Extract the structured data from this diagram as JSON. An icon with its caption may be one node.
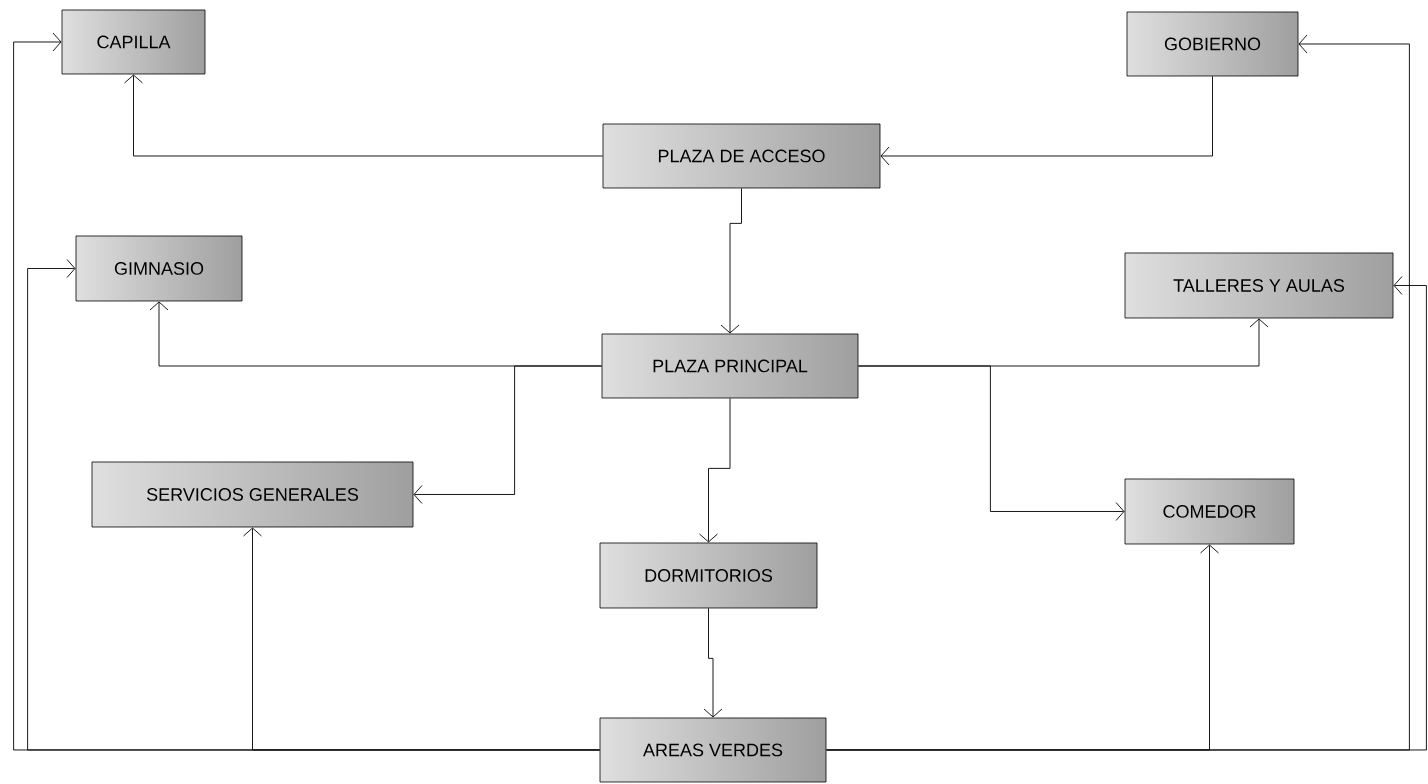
{
  "diagram": {
    "nodes": [
      {
        "text": [
          "CAPILLA"
        ]
      },
      {
        "text": [
          "GOBIERNO"
        ]
      },
      {
        "text": [
          "PLAZA DE ACCESO"
        ]
      },
      {
        "text": [
          "GIMNASIO"
        ]
      },
      {
        "text": [
          "TALLERES Y AULAS"
        ]
      },
      {
        "text": [
          "PLAZA PRINCIPAL"
        ]
      },
      {
        "text": [
          "SERVICIOS GENERALES"
        ]
      },
      {
        "text": [
          "COMEDOR"
        ]
      },
      {
        "text": [
          "DORMITORIOS"
        ]
      },
      {
        "text": [
          "AREAS VERDES"
        ]
      }
    ],
    "edges": [
      {
        "from": 2,
        "to": 0,
        "arrow": "to"
      },
      {
        "from": 1,
        "to": 2,
        "arrow": "to"
      },
      {
        "from": 2,
        "to": 5,
        "arrow": "to"
      },
      {
        "from": 5,
        "to": 3,
        "arrow": "to"
      },
      {
        "from": 5,
        "to": 6,
        "arrow": "to"
      },
      {
        "from": 5,
        "to": 4,
        "arrow": "to"
      },
      {
        "from": 5,
        "to": 7,
        "arrow": "to"
      },
      {
        "from": 5,
        "to": 8,
        "arrow": "to"
      },
      {
        "from": 8,
        "to": 9,
        "arrow": "to"
      },
      {
        "from": 9,
        "to": 0,
        "arrow": "to"
      },
      {
        "from": 9,
        "to": 3,
        "arrow": "to"
      },
      {
        "from": 9,
        "to": 6,
        "arrow": "to"
      },
      {
        "from": 9,
        "to": 7,
        "arrow": "to"
      },
      {
        "from": 9,
        "to": 1,
        "arrow": "to"
      },
      {
        "from": 9,
        "to": 4,
        "arrow": "to"
      }
    ]
  }
}
